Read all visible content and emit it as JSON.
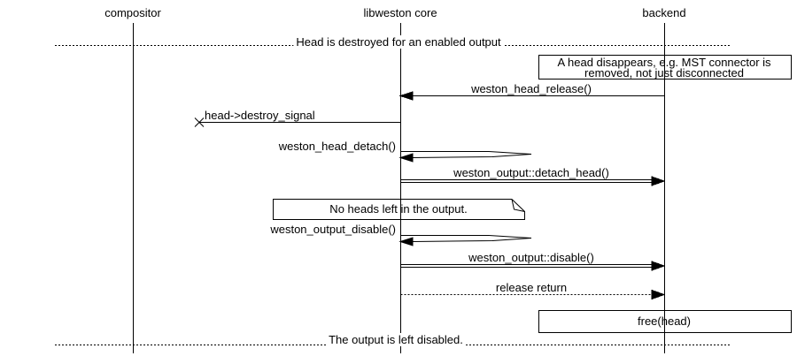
{
  "colors": {
    "ink": "#000000",
    "paper": "#ffffff"
  },
  "participants": [
    {
      "label": "compositor"
    },
    {
      "label": "libweston core"
    },
    {
      "label": "backend"
    }
  ],
  "dividers": [
    {
      "label": "Head is destroyed for an enabled output"
    },
    {
      "label": "The output is left disabled."
    }
  ],
  "notes": {
    "disappear": {
      "lines": [
        "A head disappears, e.g. MST connector is",
        "removed, not just disconnected"
      ]
    },
    "no_heads": {
      "label": "No heads left in the output."
    }
  },
  "messages": {
    "head_release": {
      "label": "weston_head_release()",
      "from": "backend",
      "to": "libweston core",
      "line": "solid",
      "arrow": "filled"
    },
    "destroy_signal": {
      "label": "head->destroy_signal",
      "from": "libweston core",
      "to": "lost",
      "line": "solid",
      "arrow": "cross"
    },
    "head_detach": {
      "label": "weston_head_detach()",
      "from": "libweston core",
      "to": "libweston core",
      "line": "self",
      "arrow": "filled"
    },
    "detach_head": {
      "label": "weston_output::detach_head()",
      "from": "libweston core",
      "to": "backend",
      "line": "double",
      "arrow": "filled"
    },
    "output_disable": {
      "label": "weston_output_disable()",
      "from": "libweston core",
      "to": "libweston core",
      "line": "self",
      "arrow": "filled"
    },
    "disable": {
      "label": "weston_output::disable()",
      "from": "libweston core",
      "to": "backend",
      "line": "double",
      "arrow": "filled"
    },
    "release_return": {
      "label": "release return",
      "from": "libweston core",
      "to": "backend",
      "line": "dotted",
      "arrow": "filled"
    }
  },
  "boxes": {
    "free_head": {
      "label": "free(head)"
    }
  }
}
